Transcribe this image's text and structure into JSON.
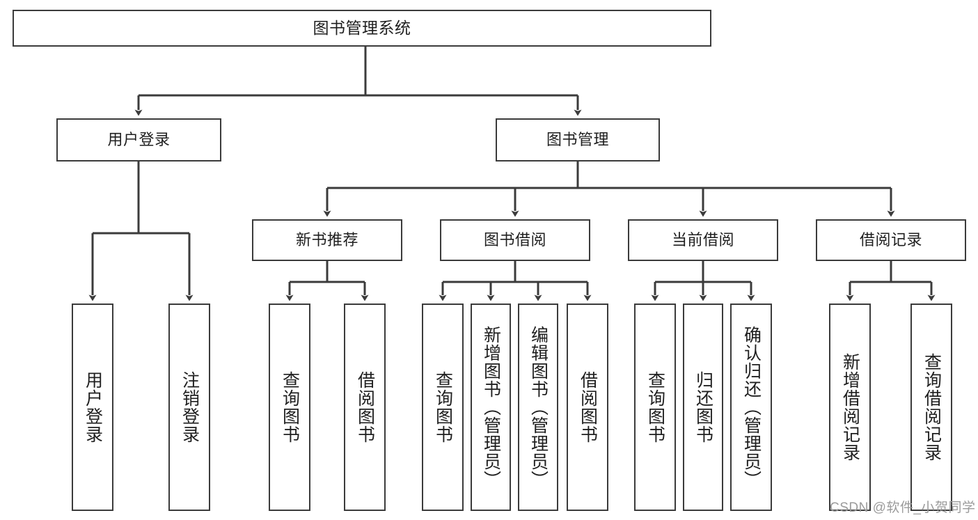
{
  "diagram": {
    "title": "图书管理系统",
    "type": "tree-hierarchy",
    "watermark": "CSDN @软件_小贺同学",
    "colors": {
      "stroke": "#3b3b3b",
      "fill": "#ffffff",
      "text": "#1f1f1f",
      "watermark": "#9b9b9b"
    },
    "levels": {
      "root": {
        "label": "图书管理系统"
      },
      "level2": [
        {
          "id": "user-login",
          "label": "用户登录"
        },
        {
          "id": "book-manage",
          "label": "图书管理"
        }
      ],
      "level3": [
        {
          "id": "new-book-rec",
          "label": "新书推荐"
        },
        {
          "id": "book-borrow",
          "label": "图书借阅"
        },
        {
          "id": "current-borrow",
          "label": "当前借阅"
        },
        {
          "id": "borrow-record",
          "label": "借阅记录"
        }
      ],
      "leaves": [
        {
          "id": "leaf-user-login",
          "label": "用户登录",
          "parent": "user-login"
        },
        {
          "id": "leaf-logout",
          "label": "注销登录",
          "parent": "user-login"
        },
        {
          "id": "leaf-query-book-1",
          "label": "查询图书",
          "parent": "new-book-rec"
        },
        {
          "id": "leaf-borrow-book-1",
          "label": "借阅图书",
          "parent": "new-book-rec"
        },
        {
          "id": "leaf-query-book-2",
          "label": "查询图书",
          "parent": "book-borrow"
        },
        {
          "id": "leaf-add-book",
          "label": "新增图书（管理员）",
          "parent": "book-borrow"
        },
        {
          "id": "leaf-edit-book",
          "label": "编辑图书（管理员）",
          "parent": "book-borrow"
        },
        {
          "id": "leaf-borrow-book-2",
          "label": "借阅图书",
          "parent": "book-borrow"
        },
        {
          "id": "leaf-query-book-3",
          "label": "查询图书",
          "parent": "current-borrow"
        },
        {
          "id": "leaf-return-book",
          "label": "归还图书",
          "parent": "current-borrow"
        },
        {
          "id": "leaf-confirm-return",
          "label": "确认归还（管理员）",
          "parent": "current-borrow"
        },
        {
          "id": "leaf-add-record",
          "label": "新增借阅记录",
          "parent": "borrow-record"
        },
        {
          "id": "leaf-query-record",
          "label": "查询借阅记录",
          "parent": "borrow-record"
        }
      ]
    }
  }
}
